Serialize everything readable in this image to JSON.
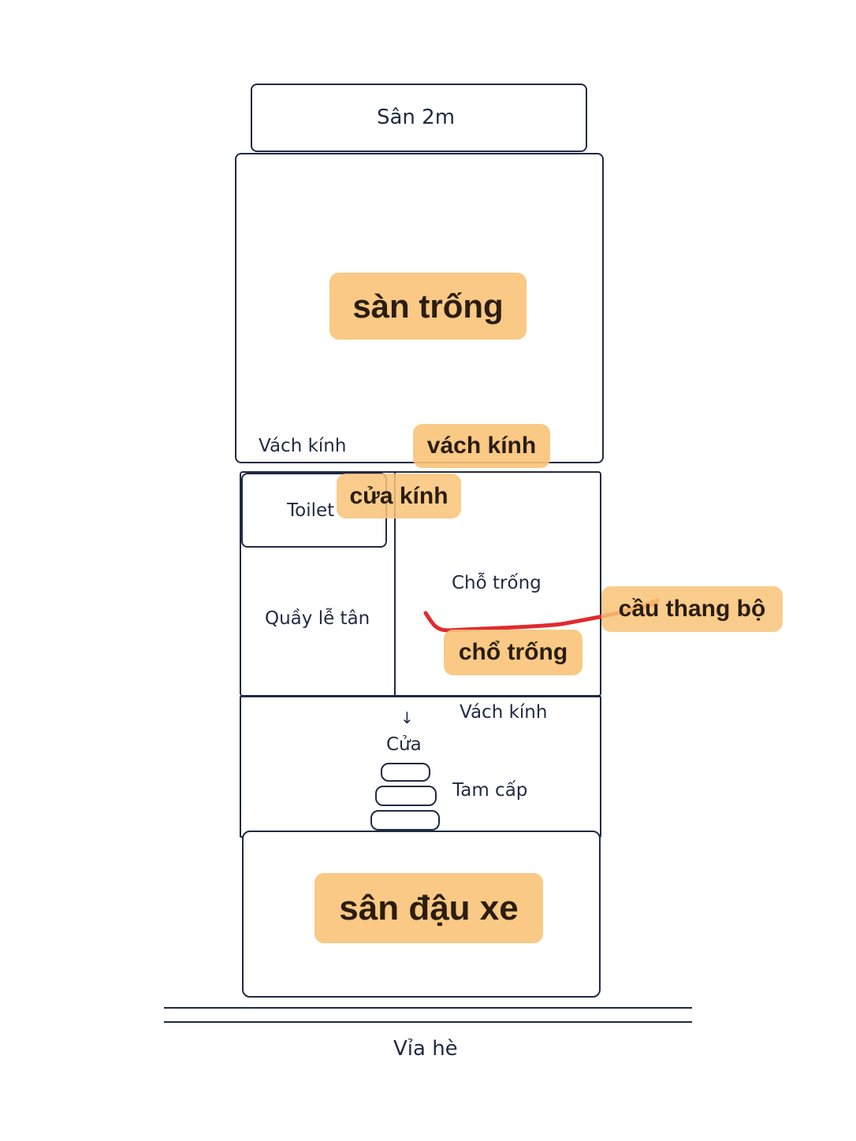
{
  "plan": {
    "labels": {
      "yard_2m": "Sân 2m",
      "glass_wall_1": "Vách kính",
      "toilet": "Toilet",
      "reception": "Quầy lễ tân",
      "empty_space": "Chỗ trống",
      "glass_wall_2": "Vách kính",
      "door": "Cửa",
      "steps": "Tam cấp",
      "sidewalk": "Vỉa hè"
    },
    "annotations": {
      "empty_floor": "sàn trống",
      "glass_wall": "vách kính",
      "glass_door": "cửa kính",
      "stairs": "cầu thang bộ",
      "empty_spot": "chổ trống",
      "parking": "sân đậu xe"
    },
    "colors": {
      "line": "#1f2a44",
      "highlight": "#f8cb8c",
      "stroke": "#e02a2f",
      "stroke_tip": "#f26b21"
    },
    "arrow_icon": "down-arrow-icon"
  }
}
